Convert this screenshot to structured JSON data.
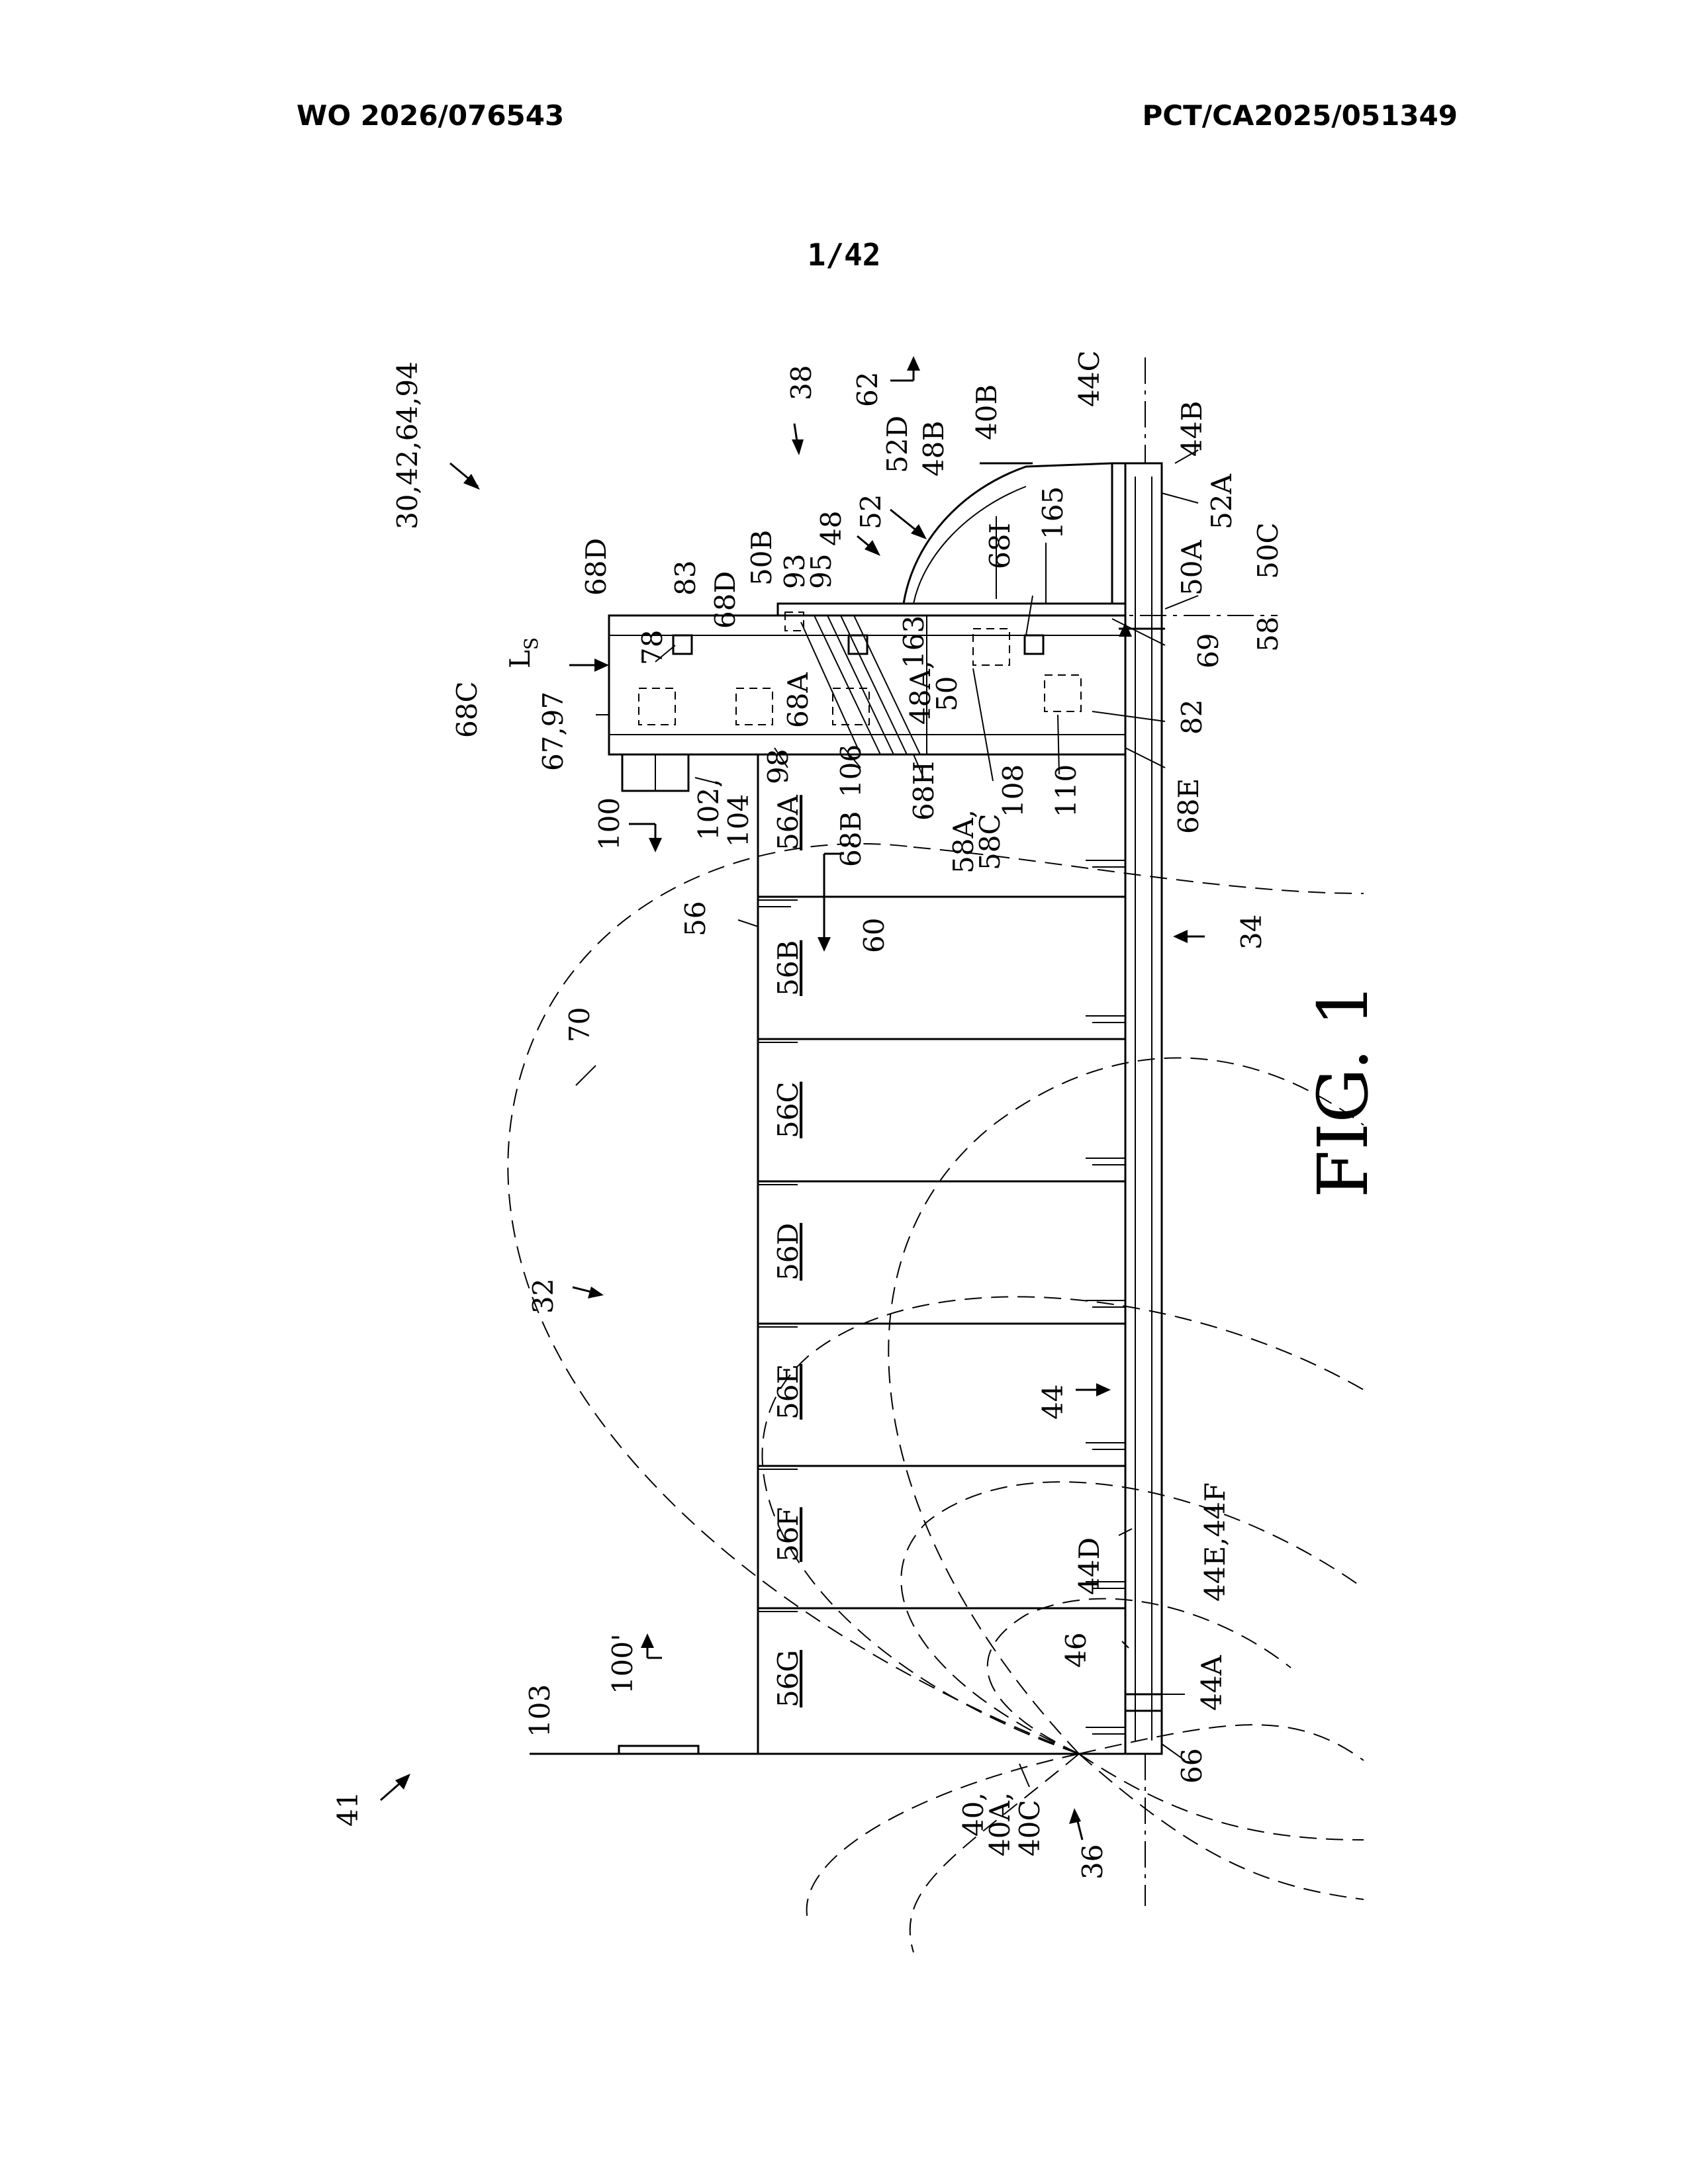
{
  "header": {
    "publication_number": "WO 2026/076543",
    "application_number": "PCT/CA2025/051349"
  },
  "sheet": {
    "number": "1/42"
  },
  "figure": {
    "title": "FIG. 1",
    "labels": {
      "l_30": "30,42,64,94",
      "l_38": "38",
      "l_62": "62",
      "l_40b": "40B",
      "l_44c": "44C",
      "l_44b": "44B",
      "l_52d": "52D",
      "l_48b": "48B",
      "l_52": "52",
      "l_48": "48",
      "l_52a": "52A",
      "l_165": "165",
      "l_68i": "68I",
      "l_50a": "50A",
      "l_50c": "50C",
      "l_58": "58",
      "l_69": "69",
      "l_68d_top": "68D",
      "l_83": "83",
      "l_68d": "68D",
      "l_50b": "50B",
      "l_93": "93",
      "l_95": "95",
      "l_163": "163",
      "l_ls": "L",
      "l_ls_sub": "S",
      "l_78": "78",
      "l_68c": "68C",
      "l_67_97": "67,97",
      "l_68a": "68A",
      "l_48a": "48A,",
      "l_50": "50",
      "l_82": "82",
      "l_98": "98",
      "l_106": "106",
      "l_68h": "68H",
      "l_108": "108",
      "l_110": "110",
      "l_68e": "68E",
      "l_102": "102,",
      "l_104": "104",
      "l_100": "100",
      "l_56a": "56A",
      "l_68b": "68B",
      "l_58a": "58A,",
      "l_58c": "58C",
      "l_56": "56",
      "l_56b": "56B",
      "l_60": "60",
      "l_34": "34",
      "l_70": "70",
      "l_56c": "56C",
      "l_56d": "56D",
      "l_32": "32",
      "l_56e": "56E",
      "l_44": "44",
      "l_56f": "56F",
      "l_44d": "44D",
      "l_44ef": "44E,44F",
      "l_100p": "100'",
      "l_56g": "56G",
      "l_46": "46",
      "l_44a": "44A",
      "l_103": "103",
      "l_66": "66",
      "l_41": "41",
      "l_40": "40,",
      "l_40a": "40A,",
      "l_40c": "40C",
      "l_36": "36"
    }
  }
}
